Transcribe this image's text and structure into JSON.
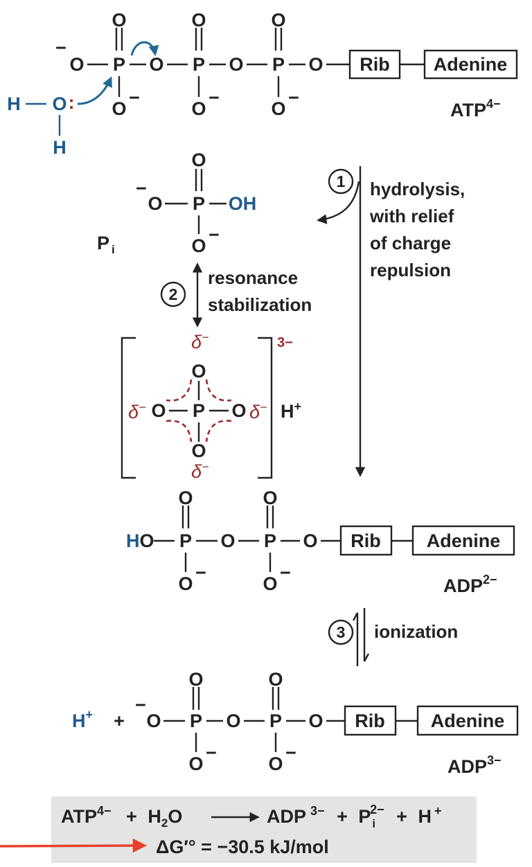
{
  "atp": {
    "o": "O",
    "p": "P",
    "minus": "−",
    "rib": "Rib",
    "adenine": "Adenine",
    "name": "ATP",
    "charge": "4−",
    "water_h": "H",
    "water_o": "O",
    "lone_pair": ":"
  },
  "pi": {
    "name": "P",
    "name_sub": "i",
    "oh": "OH"
  },
  "steps": {
    "step1_num": "1",
    "step1_lines": [
      "hydrolysis,",
      "with relief",
      "of charge",
      "repulsion"
    ],
    "step2_num": "2",
    "step2_lines": [
      "resonance",
      "stabilization"
    ],
    "step3_num": "3",
    "step3_label": "ionization"
  },
  "resonance": {
    "delta": "δ",
    "delta_charge": "−",
    "bracket_charge": "3−",
    "proton": "H",
    "proton_charge": "+"
  },
  "adp2": {
    "ho_h": "H",
    "ho_o": "O",
    "name": "ADP",
    "charge": "2−"
  },
  "adp3": {
    "proton": "H",
    "proton_charge": "+",
    "plus": "+",
    "name": "ADP",
    "charge": "3−"
  },
  "equation": {
    "atp": "ATP",
    "atp_charge": "4−",
    "plus": "+",
    "h": "H",
    "h2_sub": "2",
    "o": "O",
    "adp": "ADP",
    "adp_charge": "3−",
    "p": "P",
    "p_sub": "i",
    "p_charge": "2−",
    "proton": "H",
    "proton_charge": "+",
    "delta_g": "ΔG′° = −30.5 kJ/mol"
  },
  "colors": {
    "text": "#222222",
    "blue": "#1f5a8c",
    "blue_arrow": "#1f6a94",
    "red_delta": "#9b2b2b",
    "equation_bg": "#e4e4e4",
    "pointer": "#e8402a"
  }
}
